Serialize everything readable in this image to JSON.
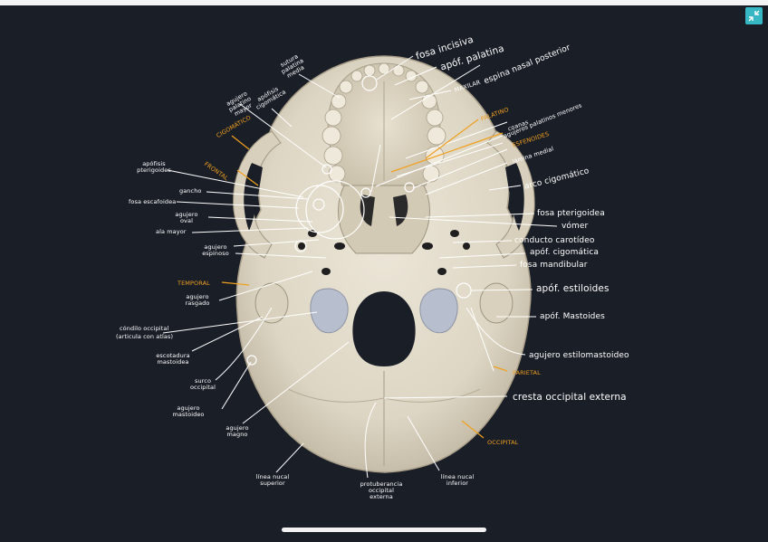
{
  "labels": {
    "fosa_incisiva": "fosa incisiva",
    "apof_palatina": "apóf. palatina",
    "maxilar": "MAXILAR",
    "espina_nasal": "espina nasal posterior",
    "palatino": "PALATINO",
    "coanas": "coanas",
    "agujeros_palatinos_menores": "agujeros palatinos menores",
    "esfenoides": "ESFENOIDES",
    "lamina_medial": "lámina medial",
    "arco_cigomatico": "arco cigomático",
    "fosa_pterigoidea": "fosa pterigoidea",
    "vomer": "vómer",
    "conducto_carotideo": "conducto carotídeo",
    "apof_cigomatica_r": "apóf. cigomática",
    "fosa_mandibular": "fosa mandibular",
    "apof_estiloides": "apóf. estiloides",
    "apof_mastoides": "apóf. Mastoides",
    "agujero_estilomastoideo": "agujero estilomastoideo",
    "parietal": "PARIETAL",
    "cresta_occipital_externa": "cresta occipital externa",
    "occipital": "OCCIPITAL",
    "linea_nucal_inferior": "línea nucal inferior",
    "protuberancia": "protuberancia occipital externa",
    "agujero_magno": "agujero magno",
    "linea_nucal_superior": "línea nucal superior",
    "agujero_mastoideo": "agujero mastoideo",
    "surco_occipital": "surco occipital",
    "escotadura_mastoidea": "escotadura mastoidea",
    "condilo_occipital": "cóndilo occipital",
    "condilo_sub": "(articula con atlas)",
    "agujero_rasgado": "agujero rasgado",
    "temporal": "TEMPORAL",
    "agujero_espinoso": "agujero espinoso",
    "ala_mayor": "ala mayor",
    "agujero_oval": "agujero oval",
    "fosa_escafoidea": "fosa escafoidea",
    "gancho": "gancho",
    "apofisis_pterigoides": "apófisis pterigoides",
    "frontal": "FRONTAL",
    "cigomatico": "CIGOMÁTICO",
    "agujero_palatino_mayor": "agujero palatino mayor",
    "apofisis_cigomatica_l": "apófisis cigomática",
    "sutura_palatina_media": "sutura palatina media"
  },
  "colors": {
    "background": "#1a1e27",
    "label_text": "#ffffff",
    "bone_label": "#f0a020",
    "collapse_button": "#37b6c4"
  },
  "icons": {
    "collapse": "collapse-arrows-icon"
  }
}
